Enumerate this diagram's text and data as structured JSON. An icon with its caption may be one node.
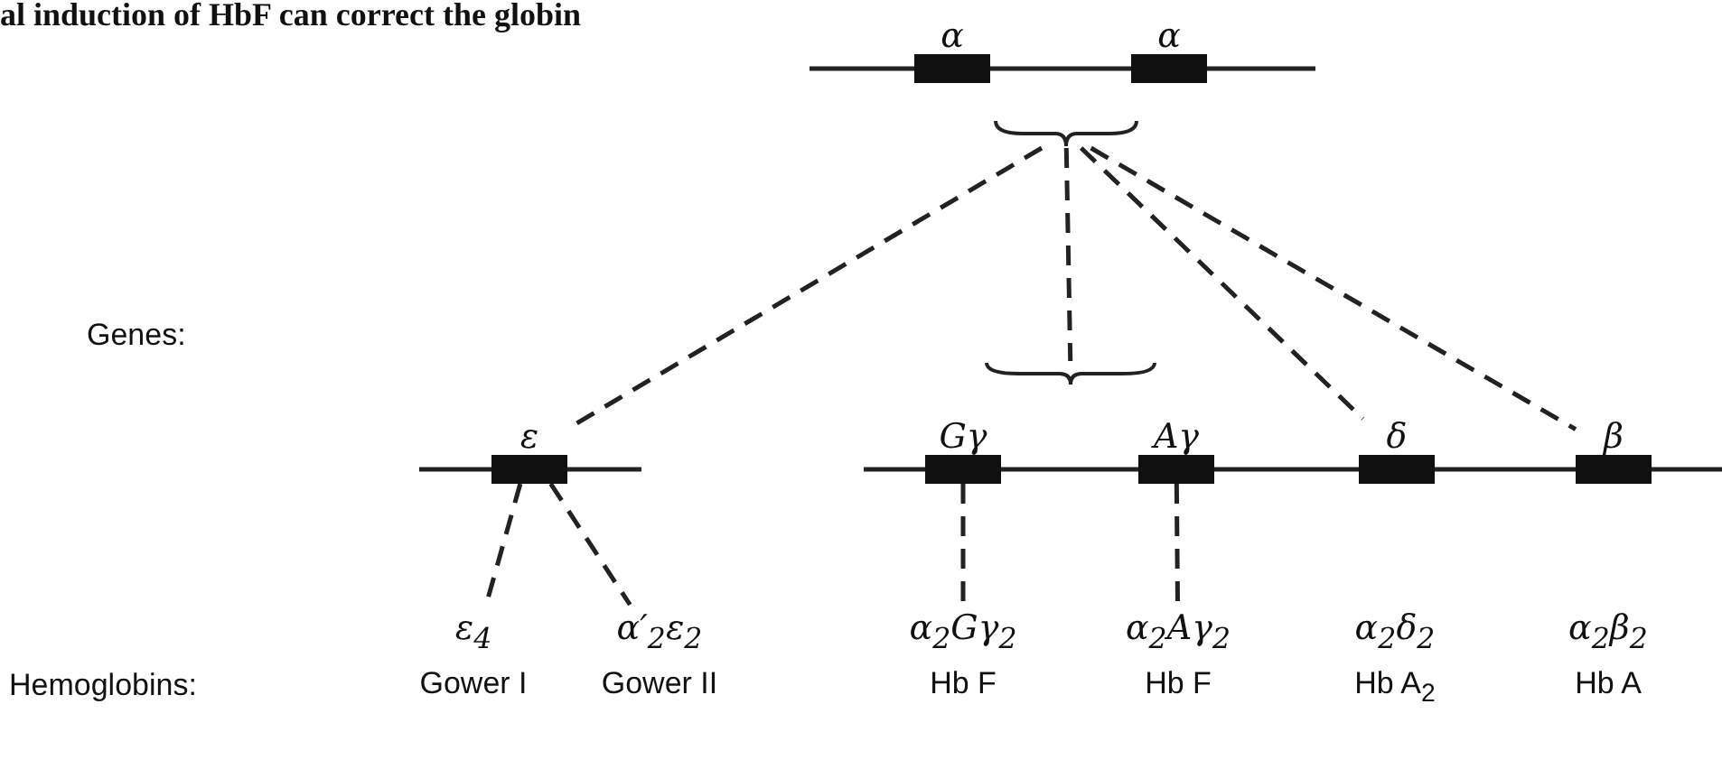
{
  "diagram": {
    "nodes": [
      {
        "text": [
          "α"
        ]
      },
      {
        "text": [
          "α"
        ]
      },
      {
        "text": [],
        "shape": "brace"
      },
      {
        "text": [
          "ε"
        ]
      },
      {
        "text": [],
        "shape": "brace"
      },
      {
        "text": [
          "Gγ"
        ]
      },
      {
        "text": [
          "Aγ"
        ]
      },
      {
        "text": [
          "δ"
        ]
      },
      {
        "text": [
          "β"
        ]
      },
      {
        "text": [
          "ε$_{4}$",
          "Gower I"
        ]
      },
      {
        "text": [
          "α′$_{2}$ε$_{2}$",
          "Gower II"
        ]
      },
      {
        "text": [
          "α$_{2}$Gγ$_{2}$",
          "Hb F"
        ]
      },
      {
        "text": [
          "α$_{2}$Aγ$_{2}$",
          "Hb F"
        ]
      },
      {
        "text": [
          "α$_{2}$δ$_{2}$",
          "Hb A$_{2}$"
        ]
      },
      {
        "text": [
          "α$_{2}$β$_{2}$",
          "Hb A"
        ]
      }
    ],
    "edges": [
      {
        "from": 2,
        "to": 3,
        "arrow": "none",
        "style": "dashed"
      },
      {
        "from": 2,
        "to": 4,
        "arrow": "none",
        "style": "dashed"
      },
      {
        "from": 2,
        "to": 7,
        "arrow": "none",
        "style": "dashed"
      },
      {
        "from": 2,
        "to": 8,
        "arrow": "none",
        "style": "dashed"
      },
      {
        "from": 3,
        "to": 9,
        "arrow": "none",
        "style": "dashed"
      },
      {
        "from": 3,
        "to": 10,
        "arrow": "none",
        "style": "dashed"
      },
      {
        "from": 5,
        "to": 11,
        "arrow": "none",
        "style": "dashed"
      },
      {
        "from": 6,
        "to": 12,
        "arrow": "none",
        "style": "dashed"
      }
    ],
    "labels": [
      "al induction of HbF can correct the globin",
      "Genes:",
      "Hemoglobins:"
    ]
  }
}
